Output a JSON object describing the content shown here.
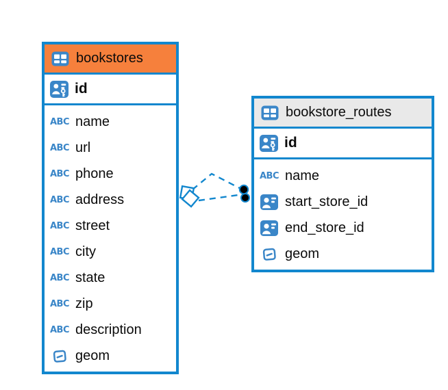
{
  "canvas": {
    "background": "#ffffff"
  },
  "palette": {
    "border_blue": "#1287ce",
    "icon_blue": "#3a86c8",
    "header_orange": "#f6803c",
    "header_gray": "#e9e9e9",
    "text_color": "#0b0b0b",
    "marker_black": "#000000"
  },
  "icon_labels": {
    "text_type": "ABC"
  },
  "tables": [
    {
      "name": "bookstores",
      "header_color": "#f6803c",
      "icon": "table-icon",
      "key_column": {
        "name": "id",
        "icon": "primary-key-icon"
      },
      "columns": [
        {
          "name": "name",
          "icon": "text-type-icon"
        },
        {
          "name": "url",
          "icon": "text-type-icon"
        },
        {
          "name": "phone",
          "icon": "text-type-icon"
        },
        {
          "name": "address",
          "icon": "text-type-icon"
        },
        {
          "name": "street",
          "icon": "text-type-icon"
        },
        {
          "name": "city",
          "icon": "text-type-icon"
        },
        {
          "name": "state",
          "icon": "text-type-icon"
        },
        {
          "name": "zip",
          "icon": "text-type-icon"
        },
        {
          "name": "description",
          "icon": "text-type-icon"
        },
        {
          "name": "geom",
          "icon": "geometry-type-icon"
        }
      ]
    },
    {
      "name": "bookstore_routes",
      "header_color": "#e9e9e9",
      "icon": "table-icon",
      "key_column": {
        "name": "id",
        "icon": "primary-key-icon"
      },
      "columns": [
        {
          "name": "name",
          "icon": "text-type-icon"
        },
        {
          "name": "start_store_id",
          "icon": "reference-type-icon"
        },
        {
          "name": "end_store_id",
          "icon": "reference-type-icon"
        },
        {
          "name": "geom",
          "icon": "geometry-type-icon"
        }
      ]
    }
  ],
  "relationships": {
    "count": 2,
    "line_style": "dashed",
    "source_table": "bookstores",
    "target_table": "bookstore_routes",
    "source_marker": "overlapping-diamonds",
    "target_marker": "overlapping-filled-circles"
  }
}
